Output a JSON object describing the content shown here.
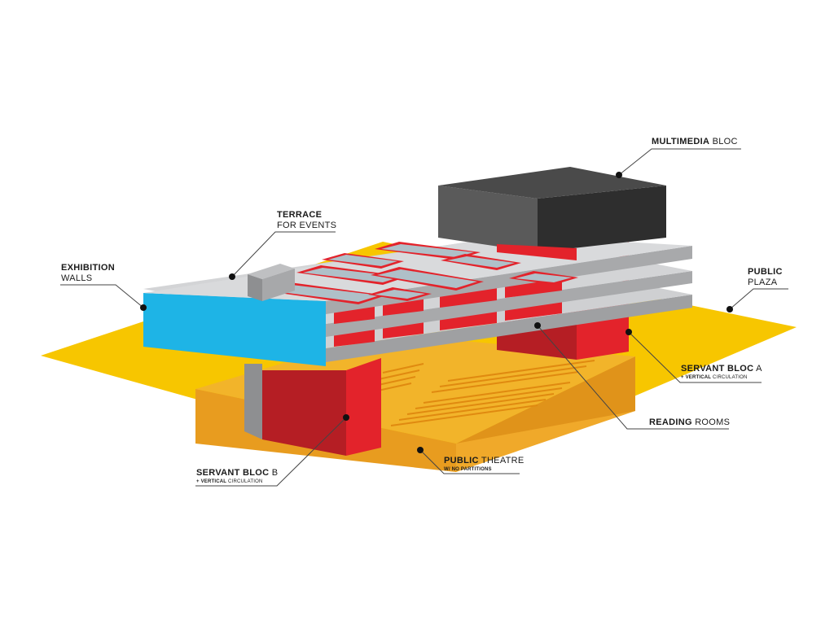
{
  "colors": {
    "yellow": "#F7C600",
    "orange": "#E59A1E",
    "red": "#E3232B",
    "red_dark": "#B51E24",
    "slab": "#CFD0D2",
    "blue": "#1EB4E6",
    "dark": "#3A3A3A",
    "line": "#444444"
  },
  "labels": {
    "multimedia": {
      "bold": "MULTIMEDIA",
      "regular": "BLOC"
    },
    "terrace": {
      "bold": "TERRACE",
      "regular": "FOR EVENTS"
    },
    "exhibition": {
      "bold": "EXHIBITION",
      "regular": "WALLS"
    },
    "public_plaza": {
      "bold": "PUBLIC",
      "regular": "PLAZA"
    },
    "servant_a": {
      "bold": "SERVANT BLOC",
      "regular": "A",
      "sub_bold": "+ VERTICAL",
      "sub_regular": "CIRCULATION"
    },
    "reading": {
      "bold": "READING",
      "regular": "ROOMS"
    },
    "public_theatre": {
      "bold": "PUBLIC",
      "regular": "THEATRE",
      "sub": "W/ NO PARTITIONS"
    },
    "servant_b": {
      "bold": "SERVANT BLOC",
      "regular": "B",
      "sub_bold": "+ VERTICAL",
      "sub_regular": "CIRCULATION"
    }
  }
}
